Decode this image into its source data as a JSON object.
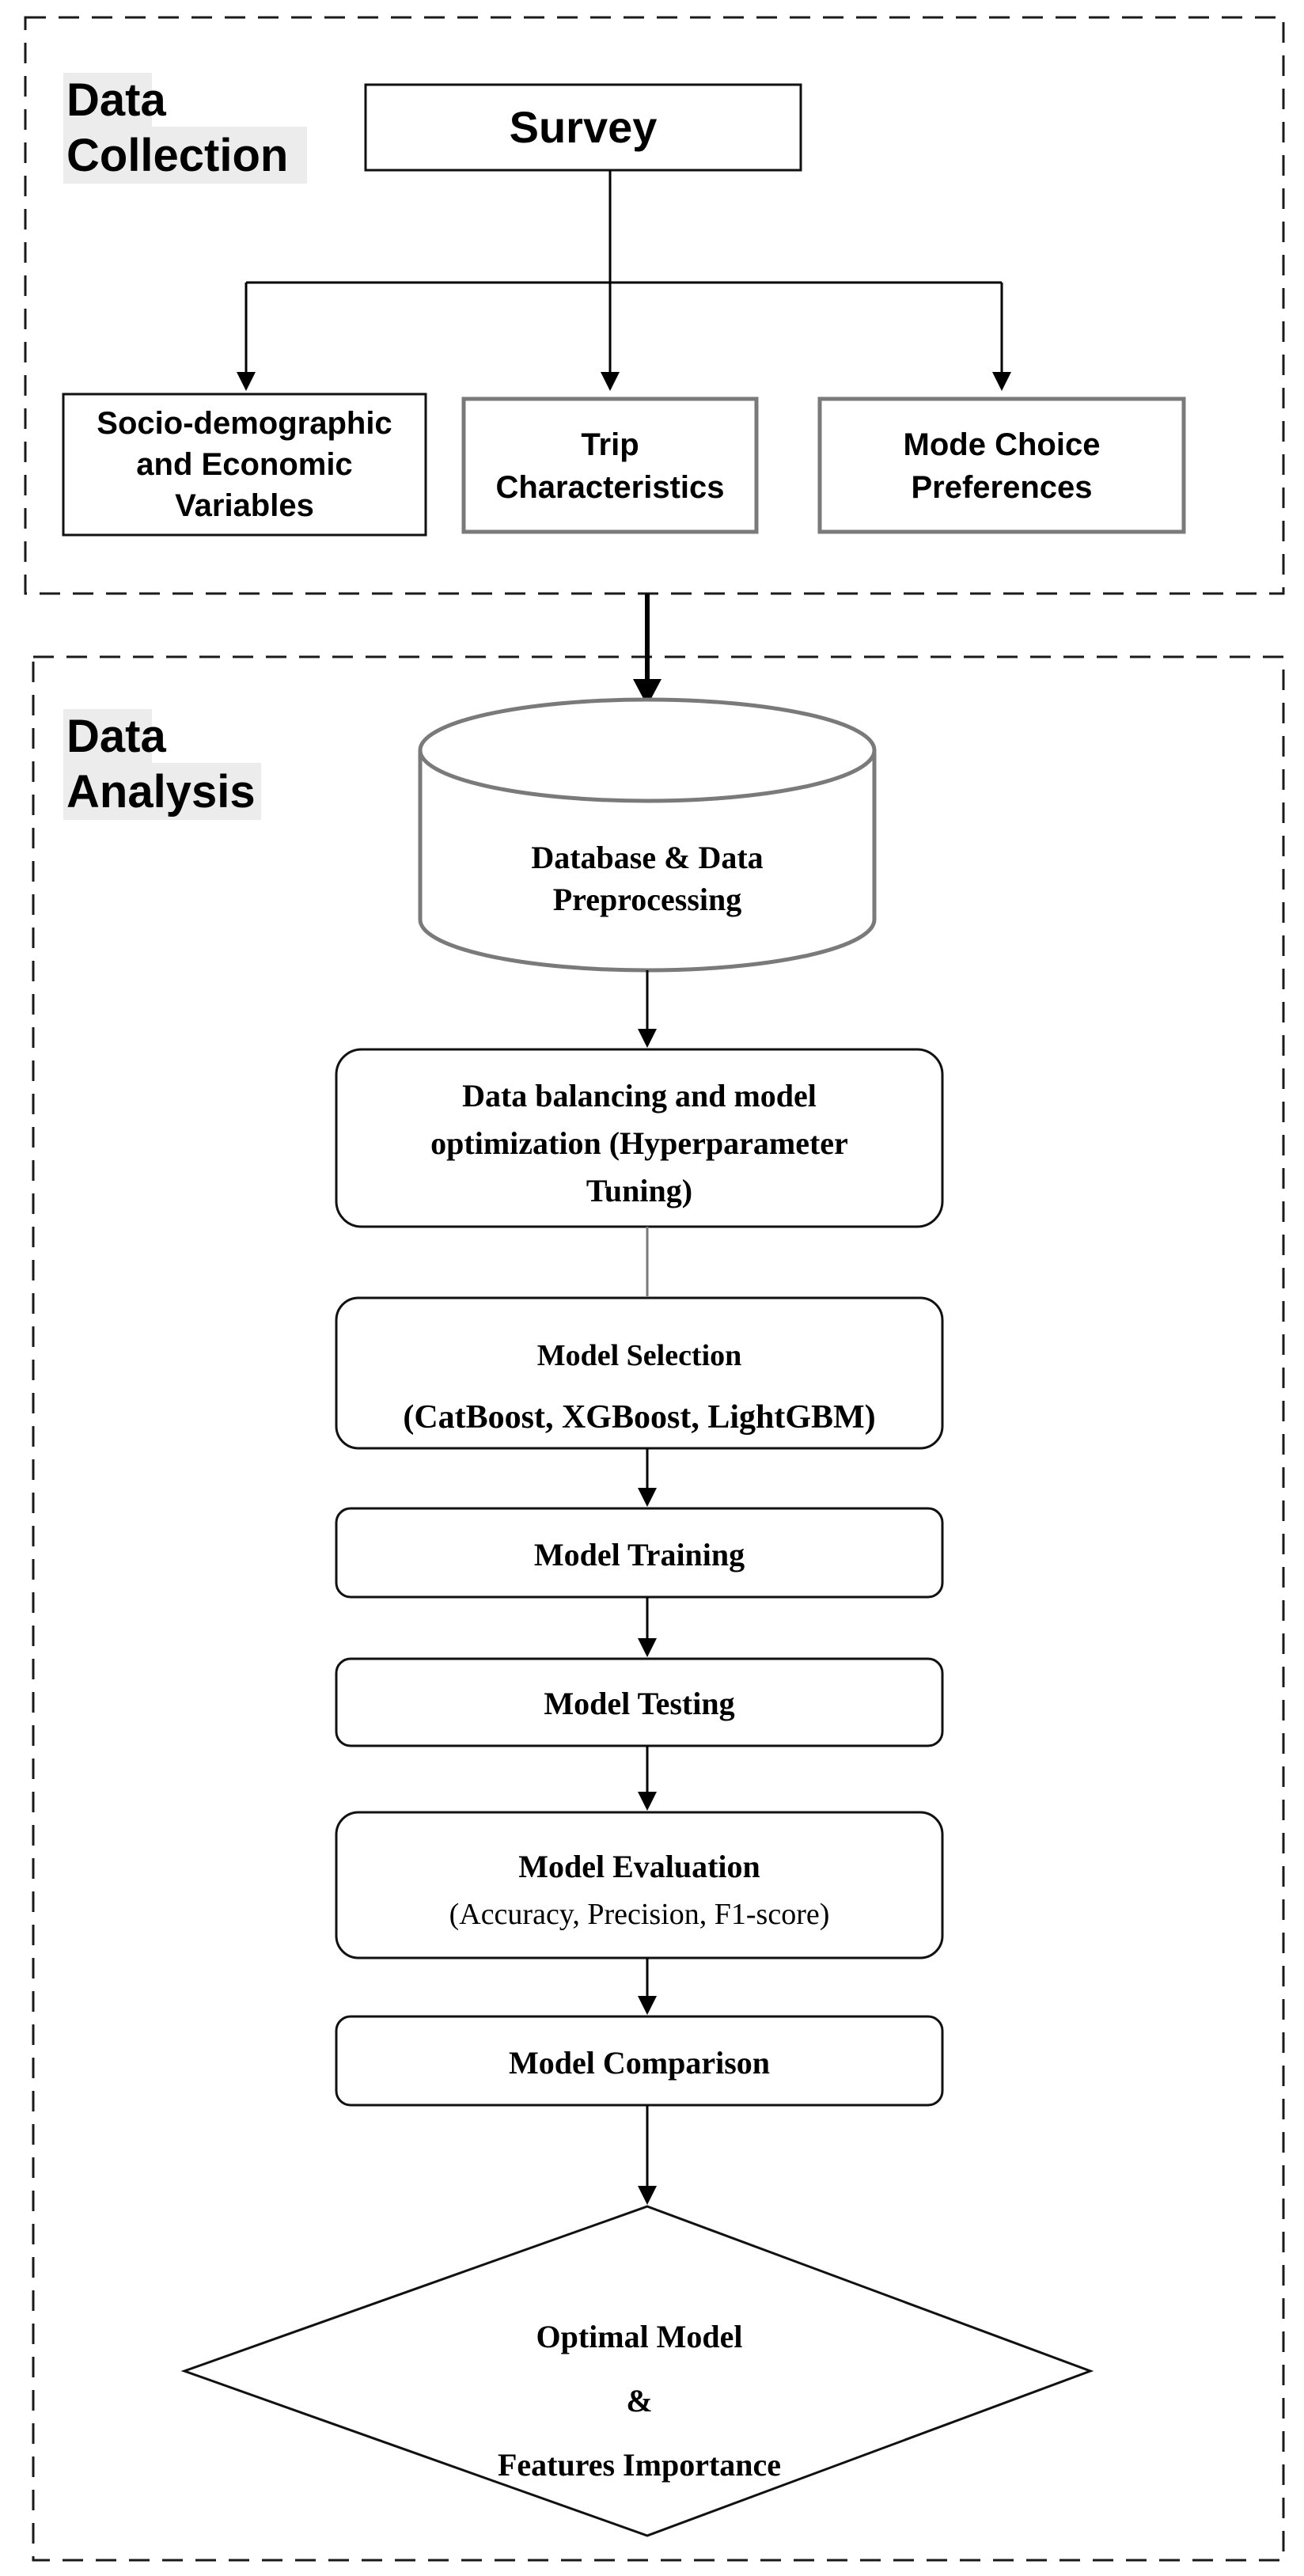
{
  "sections": {
    "data_collection": {
      "label_line1": "Data",
      "label_line2": "Collection"
    },
    "data_analysis": {
      "label_line1": "Data",
      "label_line2": "Analysis"
    }
  },
  "collection": {
    "survey": "Survey",
    "socio_demographic": [
      "Socio-demographic",
      "and Economic",
      "Variables"
    ],
    "trip": [
      "Trip",
      "Characteristics"
    ],
    "mode_choice": [
      "Mode Choice",
      "Preferences"
    ]
  },
  "analysis": {
    "database": [
      "Database & Data",
      "Preprocessing"
    ],
    "balancing": [
      "Data balancing and model",
      "optimization (Hyperparameter",
      "Tuning)"
    ],
    "model_selection": {
      "title": "Model Selection",
      "detail": "(CatBoost, XGBoost, LightGBM)"
    },
    "model_training": "Model Training",
    "model_testing": "Model Testing",
    "model_evaluation": {
      "title": "Model Evaluation",
      "detail": "(Accuracy, Precision, F1-score)"
    },
    "model_comparison": "Model Comparison",
    "optimal": {
      "line1": "Optimal Model",
      "line2": "&",
      "line3": "Features Importance"
    }
  }
}
